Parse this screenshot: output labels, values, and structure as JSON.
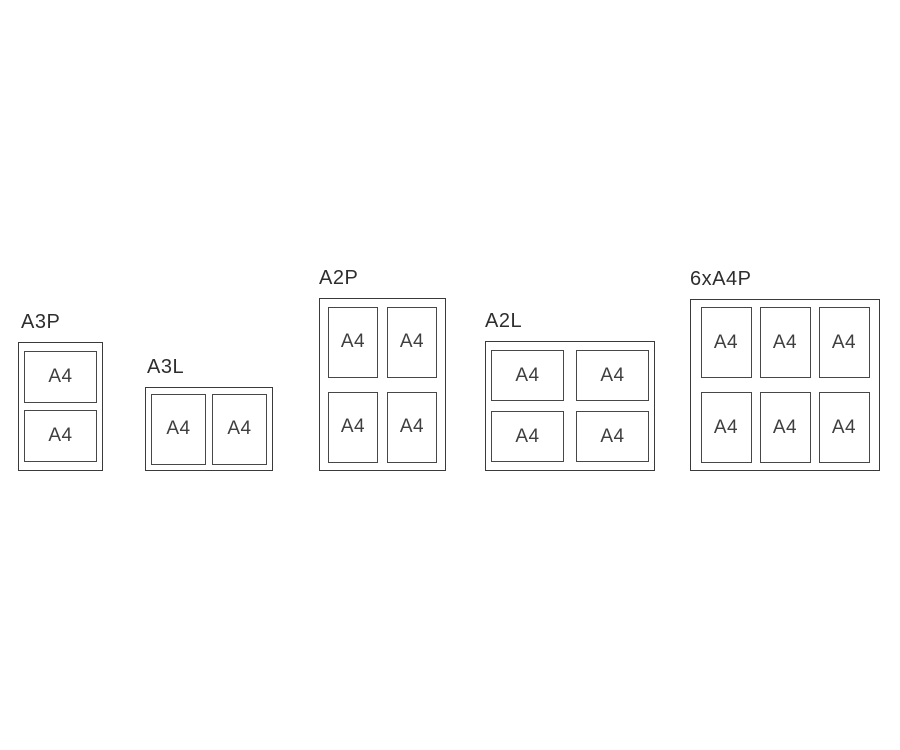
{
  "colors": {
    "background": "#ffffff",
    "line": "#3a3a3a",
    "text": "#3f3f3f"
  },
  "groups": [
    {
      "label": "A3P",
      "cells": [
        "A4",
        "A4"
      ]
    },
    {
      "label": "A3L",
      "cells": [
        "A4",
        "A4"
      ]
    },
    {
      "label": "A2P",
      "cells": [
        "A4",
        "A4",
        "A4",
        "A4"
      ]
    },
    {
      "label": "A2L",
      "cells": [
        "A4",
        "A4",
        "A4",
        "A4"
      ]
    },
    {
      "label": "6xA4P",
      "cells": [
        "A4",
        "A4",
        "A4",
        "A4",
        "A4",
        "A4"
      ]
    }
  ]
}
